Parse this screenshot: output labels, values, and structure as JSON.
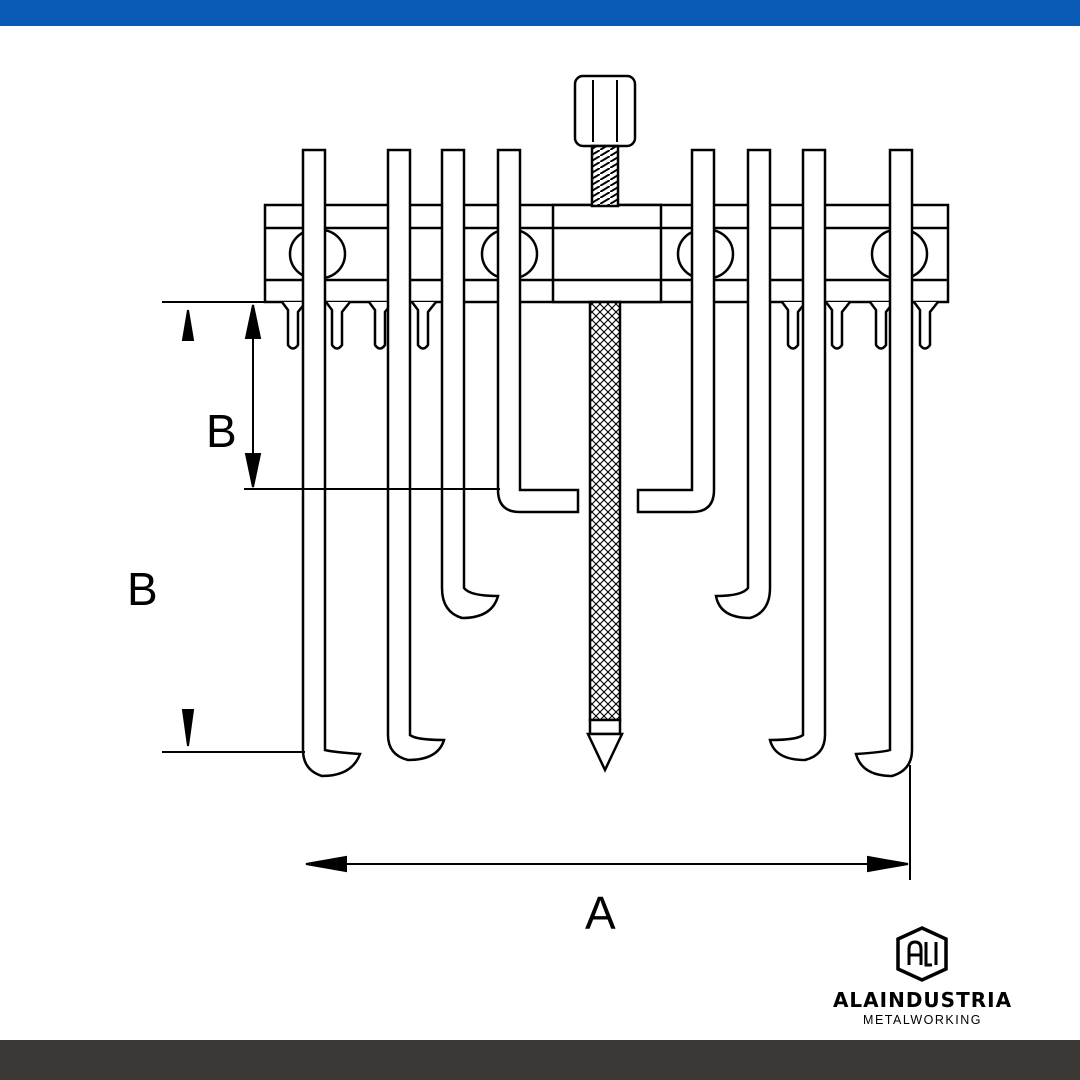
{
  "colors": {
    "top_bar": "#0a5bb5",
    "bottom_bar": "#3b3836",
    "line": "#000000"
  },
  "dimensions": {
    "a_label": "A",
    "b_upper_label": "B",
    "b_lower_label": "B"
  },
  "logo": {
    "icon": "ali-monogram-icon",
    "name": "ALAINDUSTRIA",
    "subtitle": "METALWORKING"
  }
}
